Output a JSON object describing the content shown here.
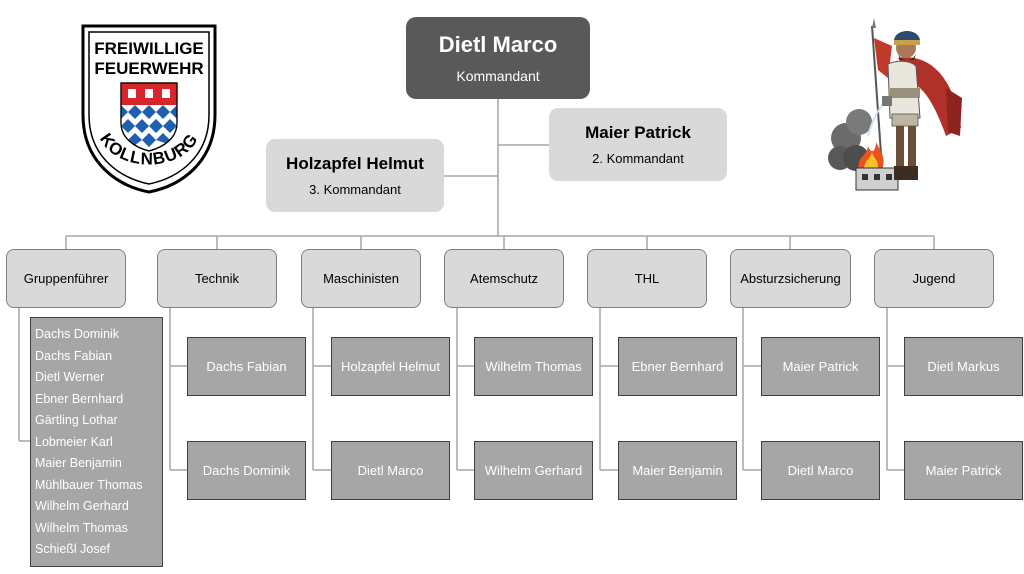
{
  "logo": {
    "line1": "FREIWILLIGE",
    "line2": "FEUERWEHR",
    "arc": "KOLLNBURG",
    "colors": {
      "red": "#d7262b",
      "blue": "#1f5fae",
      "silver": "#ffffff"
    }
  },
  "saint_figure": {
    "icon": "saint-florian-illustration"
  },
  "commander": {
    "name": "Dietl Marco",
    "role": "Kommandant"
  },
  "deputy2": {
    "name": "Maier Patrick",
    "role": "2. Kommandant"
  },
  "deputy3": {
    "name": "Holzapfel Helmut",
    "role": "3. Kommandant"
  },
  "groups": [
    {
      "label": "Gruppenführer",
      "members": [
        "Dachs Dominik",
        "Dachs Fabian",
        "Dietl Werner",
        "Ebner Bernhard",
        "Gärtling Lothar",
        "Lobmeier Karl",
        "Maier Benjamin",
        "Mühlbauer Thomas",
        "Wilhelm Gerhard",
        "Wilhelm Thomas",
        "Schießl Josef"
      ]
    },
    {
      "label": "Technik",
      "members": [
        "Dachs Fabian",
        "Dachs Dominik"
      ]
    },
    {
      "label": "Maschinisten",
      "members": [
        "Holzapfel Helmut",
        "Dietl Marco"
      ]
    },
    {
      "label": "Atemschutz",
      "members": [
        "Wilhelm Thomas",
        "Wilhelm Gerhard"
      ]
    },
    {
      "label": "THL",
      "members": [
        "Ebner Bernhard",
        "Maier Benjamin"
      ]
    },
    {
      "label": "Absturzsicherung",
      "members": [
        "Maier Patrick",
        "Dietl Marco"
      ]
    },
    {
      "label": "Jugend",
      "members": [
        "Dietl Markus",
        "Maier Patrick"
      ]
    }
  ]
}
